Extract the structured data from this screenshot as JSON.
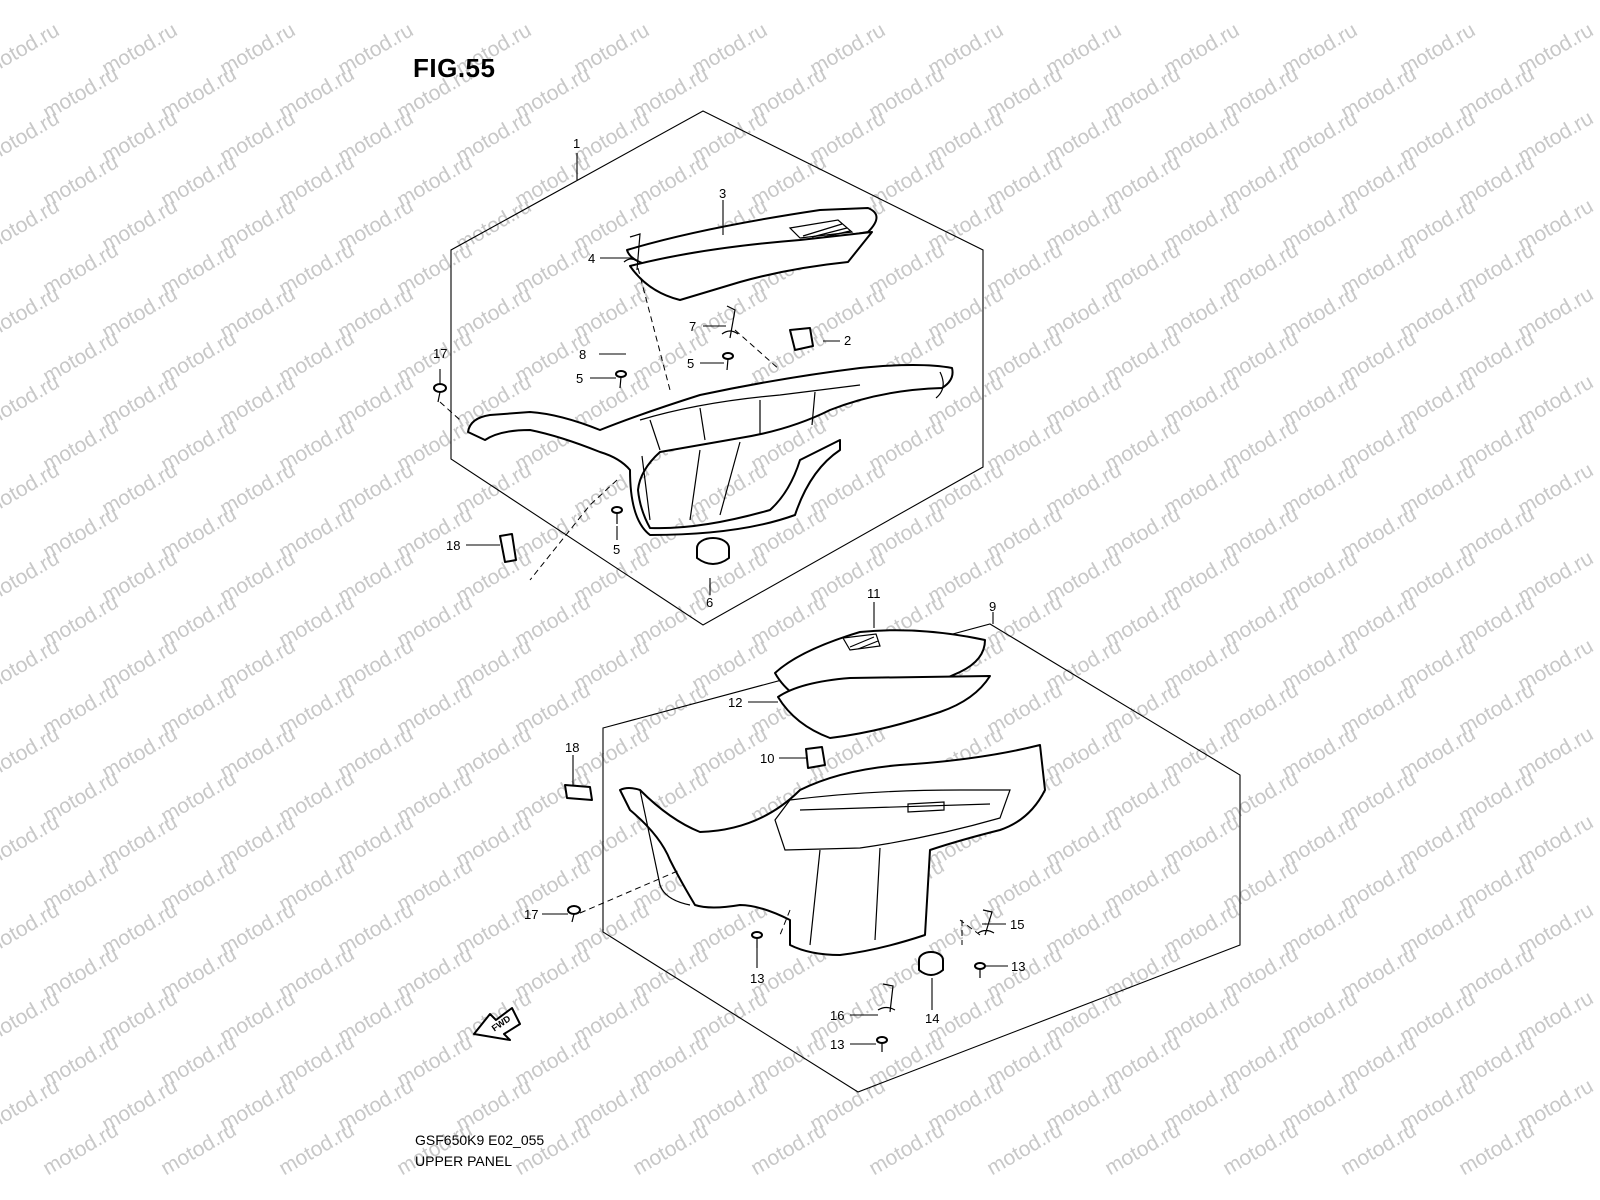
{
  "figure": {
    "title": "FIG.55",
    "model_code": "GSF650K9 E02_055",
    "panel_name": "UPPER PANEL",
    "watermark": "motod.ru",
    "fwd_label": "FWD"
  },
  "callouts": {
    "c1": "1",
    "c2": "2",
    "c3": "3",
    "c4": "4",
    "c5a": "5",
    "c5b": "5",
    "c5c": "5",
    "c6": "6",
    "c7": "7",
    "c8": "8",
    "c9": "9",
    "c10": "10",
    "c11": "11",
    "c12": "12",
    "c13a": "13",
    "c13b": "13",
    "c13c": "13",
    "c14": "14",
    "c15": "15",
    "c16": "16",
    "c17a": "17",
    "c17b": "17",
    "c18a": "18",
    "c18b": "18"
  }
}
